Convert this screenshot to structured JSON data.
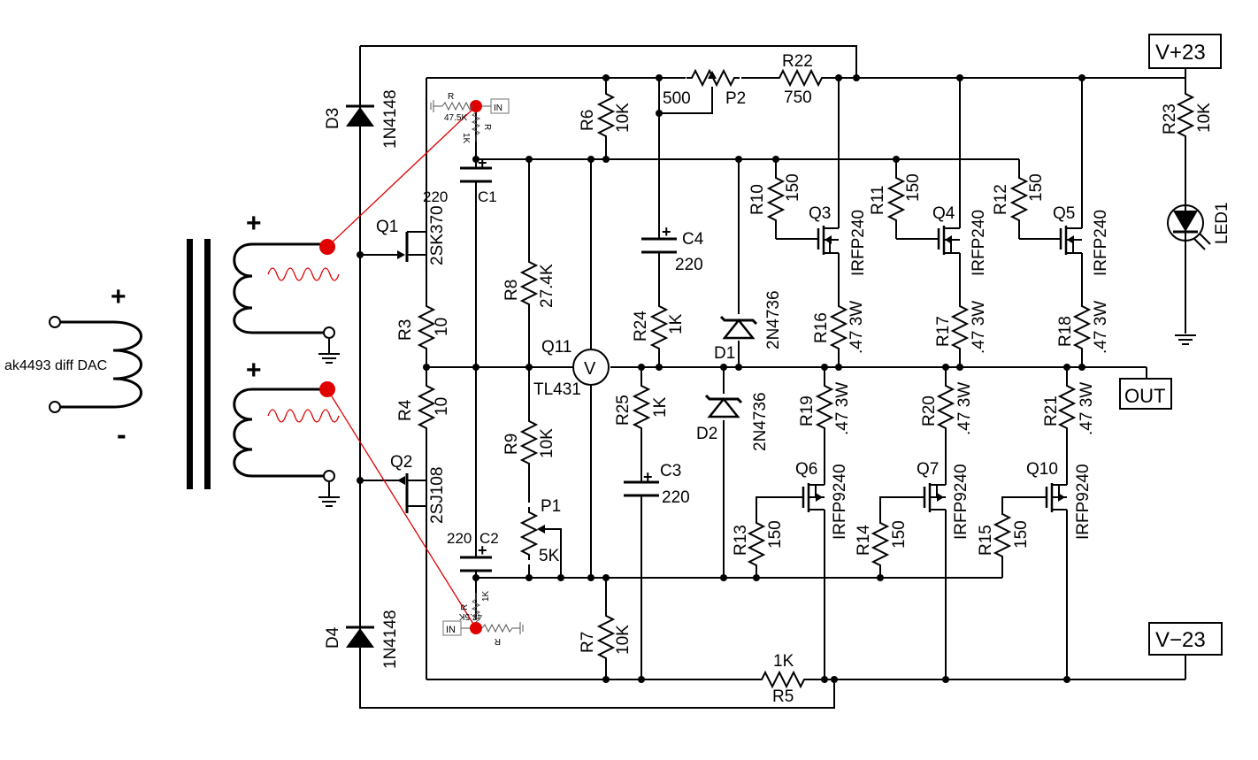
{
  "input": {
    "source_label": "ak4493 diff DAC",
    "plus": "+",
    "minus": "-"
  },
  "transformer": {
    "sec_plus_top": "+",
    "sec_plus_bottom": "+"
  },
  "rails": {
    "positive": "V+23",
    "negative": "V−23",
    "output": "OUT"
  },
  "probe": {
    "in_label": "IN",
    "r_symbol": "R",
    "r_ground": "47.5K",
    "r_series": "1K"
  },
  "components": {
    "D3": {
      "ref": "D3",
      "value": "1N4148"
    },
    "D4": {
      "ref": "D4",
      "value": "1N4148"
    },
    "Q1": {
      "ref": "Q1",
      "value": "2SK370"
    },
    "Q2": {
      "ref": "Q2",
      "value": "2SJ108"
    },
    "C1": {
      "ref": "C1",
      "value": "220"
    },
    "C2": {
      "ref": "C2",
      "value": "220"
    },
    "R3": {
      "ref": "R3",
      "value": "10"
    },
    "R4": {
      "ref": "R4",
      "value": "10"
    },
    "R6": {
      "ref": "R6",
      "value": "10K"
    },
    "R7": {
      "ref": "R7",
      "value": "10K"
    },
    "R8": {
      "ref": "R8",
      "value": "27.4K"
    },
    "R9": {
      "ref": "R9",
      "value": "10K"
    },
    "P1": {
      "ref": "P1",
      "value": "5K"
    },
    "Q11": {
      "ref": "Q11",
      "value": "TL431",
      "symbol": "V"
    },
    "P2": {
      "ref": "P2",
      "value": "500"
    },
    "R22": {
      "ref": "R22",
      "value": "750"
    },
    "C4": {
      "ref": "C4",
      "value": "220"
    },
    "R24": {
      "ref": "R24",
      "value": "1K"
    },
    "R25": {
      "ref": "R25",
      "value": "1K"
    },
    "C3": {
      "ref": "C3",
      "value": "220"
    },
    "D1": {
      "ref": "D1",
      "value": "2N4736"
    },
    "D2": {
      "ref": "D2",
      "value": "2N4736"
    },
    "R10": {
      "ref": "R10",
      "value": "150"
    },
    "R11": {
      "ref": "R11",
      "value": "150"
    },
    "R12": {
      "ref": "R12",
      "value": "150"
    },
    "Q3": {
      "ref": "Q3",
      "value": "IRFP240"
    },
    "Q4": {
      "ref": "Q4",
      "value": "IRFP240"
    },
    "Q5": {
      "ref": "Q5",
      "value": "IRFP240"
    },
    "R16": {
      "ref": "R16",
      "value": ".47 3W"
    },
    "R17": {
      "ref": "R17",
      "value": ".47 3W"
    },
    "R18": {
      "ref": "R18",
      "value": ".47 3W"
    },
    "R19": {
      "ref": "R19",
      "value": ".47 3W"
    },
    "R20": {
      "ref": "R20",
      "value": ".47 3W"
    },
    "R21": {
      "ref": "R21",
      "value": ".47 3W"
    },
    "Q6": {
      "ref": "Q6",
      "value": "IRFP9240"
    },
    "Q7": {
      "ref": "Q7",
      "value": "IRFP9240"
    },
    "Q10": {
      "ref": "Q10",
      "value": "IRFP9240"
    },
    "R13": {
      "ref": "R13",
      "value": "150"
    },
    "R14": {
      "ref": "R14",
      "value": "150"
    },
    "R15": {
      "ref": "R15",
      "value": "150"
    },
    "R5": {
      "ref": "R5",
      "value": "1K"
    },
    "R23": {
      "ref": "R23",
      "value": "10K"
    },
    "LED1": {
      "ref": "LED1"
    }
  }
}
